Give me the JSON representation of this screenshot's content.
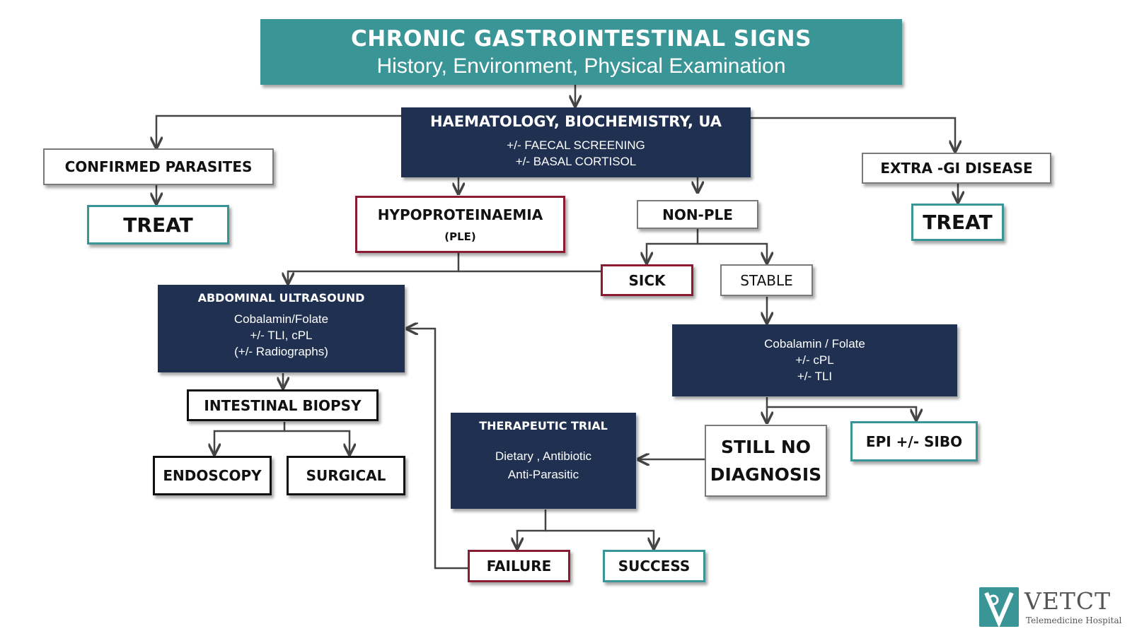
{
  "title": {
    "line1": "CHRONIC GASTROINTESTINAL SIGNS",
    "line2": "History, Environment, Physical Examination"
  },
  "nodes": {
    "haematology": {
      "title": "HAEMATOLOGY, BIOCHEMISTRY, UA",
      "line1": "+/- FAECAL SCREENING",
      "line2": "+/- BASAL CORTISOL"
    },
    "confirmed_parasites": "CONFIRMED PARASITES",
    "treat_left": "TREAT",
    "extra_gi": "EXTRA -GI DISEASE",
    "treat_right": "TREAT",
    "hypoproteinaemia": {
      "title": "HYPOPROTEINAEMIA",
      "sub": "(PLE)"
    },
    "non_ple": "NON-PLE",
    "sick": "SICK",
    "stable": "STABLE",
    "abdominal_us": {
      "title": "ABDOMINAL ULTRASOUND",
      "line1": "Cobalamin/Folate",
      "line2": "+/- TLI, cPL",
      "line3": "(+/- Radiographs)"
    },
    "cobalamin_box": {
      "line1": "Cobalamin / Folate",
      "line2": "+/- cPL",
      "line3": "+/- TLI"
    },
    "intestinal_biopsy": "INTESTINAL BIOPSY",
    "endoscopy": "ENDOSCOPY",
    "surgical": "SURGICAL",
    "therapeutic_trial": {
      "title": "THERAPEUTIC TRIAL",
      "line1": "Dietary , Antibiotic",
      "line2": "Anti-Parasitic"
    },
    "still_no_diagnosis": {
      "line1": "STILL NO",
      "line2": "DIAGNOSIS"
    },
    "epi_sibo": "EPI +/- SIBO",
    "failure": "FAILURE",
    "success": "SUCCESS"
  },
  "logo": {
    "mark": "V",
    "name": "VETCT",
    "tagline": "Telemedicine Hospital"
  },
  "colors": {
    "teal": "#3a9597",
    "navy": "#1f3050",
    "maroon": "#8b1a33",
    "connector": "#444444"
  }
}
